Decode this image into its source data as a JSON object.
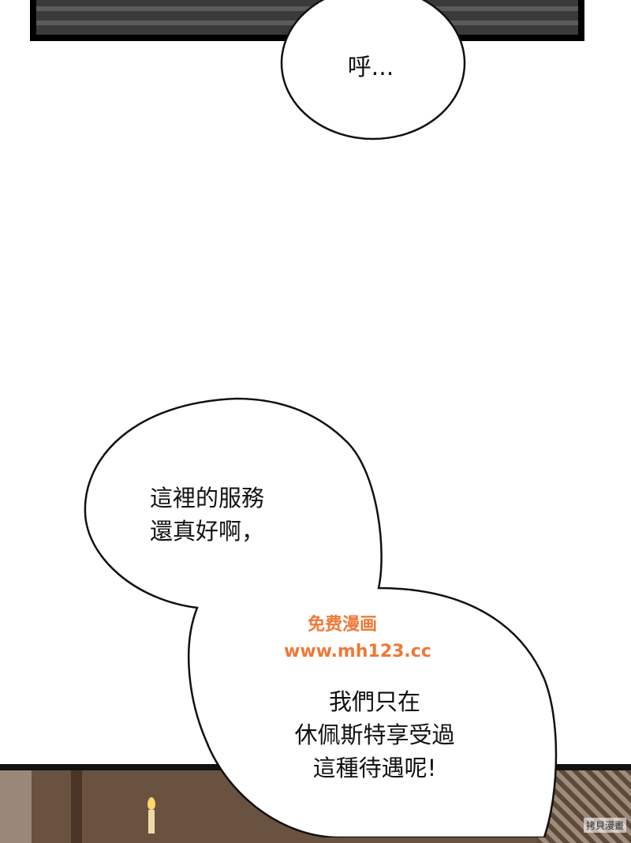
{
  "bubbles": {
    "sigh": "呼...",
    "service": [
      "這裡的服務",
      "還真好啊，"
    ],
    "only": [
      "我們只在",
      "休佩斯特享受過",
      "這種待遇呢!"
    ]
  },
  "watermark": {
    "title": "免费漫画",
    "url": "www.mh123.cc"
  },
  "corner_mark": "拷貝漫畫",
  "colors": {
    "panel_dark": "#3a3a3a",
    "border": "#000000",
    "watermark": "#f07836",
    "bubble_fill": "#ffffff"
  }
}
